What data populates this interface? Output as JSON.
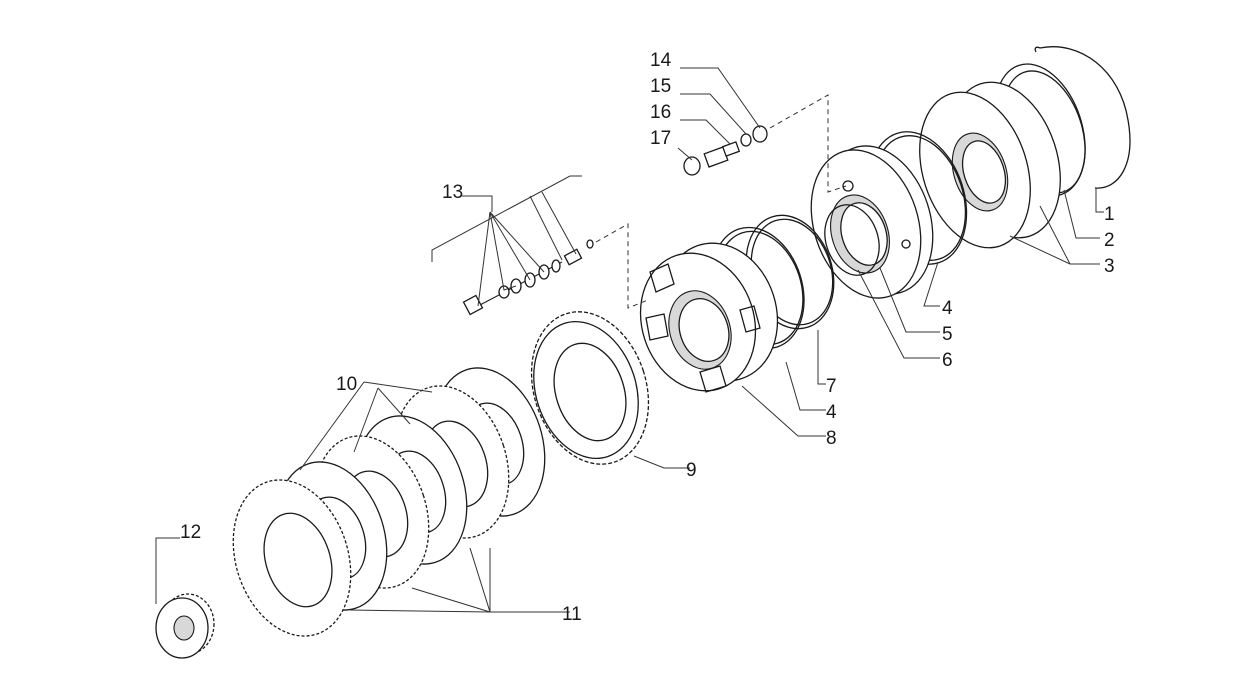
{
  "callouts": {
    "c1": "1",
    "c2": "2",
    "c3": "3",
    "c4a": "4",
    "c5": "5",
    "c6": "6",
    "c7": "7",
    "c4b": "4",
    "c8": "8",
    "c9": "9",
    "c10": "10",
    "c11": "11",
    "c12": "12",
    "c13": "13",
    "c14": "14",
    "c15": "15",
    "c16": "16",
    "c17": "17"
  },
  "colors": {
    "line": "#1a1a1a",
    "friction_hatch": "#9a9a9a",
    "background": "#ffffff"
  }
}
